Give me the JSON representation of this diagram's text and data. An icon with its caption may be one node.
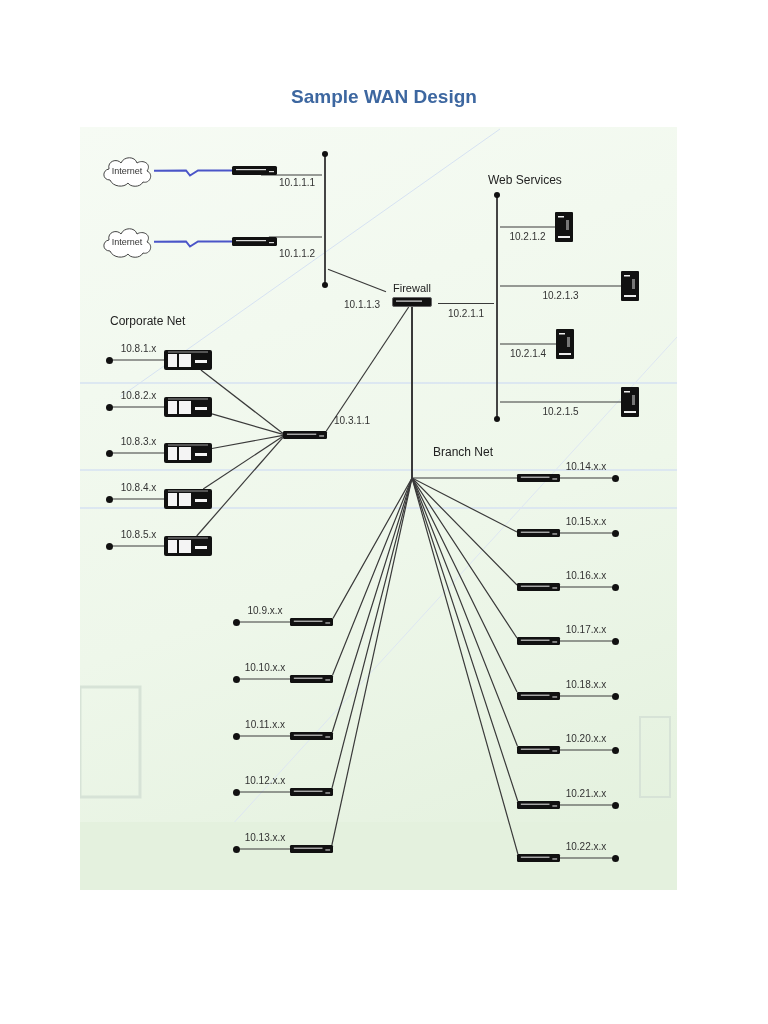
{
  "diagram": {
    "title": "Sample WAN Design",
    "nodes": [
      {
        "text": [
          "Internet"
        ]
      },
      {
        "text": [
          "Internet"
        ]
      },
      {
        "text": [],
        "shape": "box",
        "beside": [
          "10.1.1.1"
        ]
      },
      {
        "text": [],
        "shape": "box",
        "beside": [
          "10.1.1.2"
        ]
      },
      {
        "text": [],
        "shape": "bar"
      },
      {
        "text": [
          "Firewall"
        ],
        "beside": [
          "10.1.1.3"
        ]
      },
      {
        "text": [],
        "shape": "bar"
      },
      {
        "text": [],
        "shape": "box"
      },
      {
        "text": [],
        "shape": "box"
      },
      {
        "text": [],
        "shape": "box"
      },
      {
        "text": [],
        "shape": "box"
      },
      {
        "text": [],
        "shape": "box",
        "beside": [
          "10.3.1.1"
        ]
      },
      {
        "text": [],
        "shape": "box"
      },
      {
        "text": [],
        "shape": "box"
      },
      {
        "text": [],
        "shape": "box"
      },
      {
        "text": [],
        "shape": "box"
      },
      {
        "text": [],
        "shape": "box"
      },
      {
        "text": [],
        "shape": "circle"
      },
      {
        "text": [],
        "shape": "circle"
      },
      {
        "text": [],
        "shape": "circle"
      },
      {
        "text": [],
        "shape": "circle"
      },
      {
        "text": [],
        "shape": "circle"
      },
      {
        "text": [],
        "shape": "box"
      },
      {
        "text": [],
        "shape": "box"
      },
      {
        "text": [],
        "shape": "box"
      },
      {
        "text": [],
        "shape": "box"
      },
      {
        "text": [],
        "shape": "box"
      },
      {
        "text": [],
        "shape": "box"
      },
      {
        "text": [],
        "shape": "box"
      },
      {
        "text": [],
        "shape": "box"
      },
      {
        "text": [],
        "shape": "box"
      },
      {
        "text": [],
        "shape": "box"
      },
      {
        "text": [],
        "shape": "box"
      },
      {
        "text": [],
        "shape": "box"
      },
      {
        "text": [],
        "shape": "box"
      },
      {
        "text": [],
        "shape": "circle"
      },
      {
        "text": [],
        "shape": "circle"
      },
      {
        "text": [],
        "shape": "circle"
      },
      {
        "text": [],
        "shape": "circle"
      },
      {
        "text": [],
        "shape": "circle"
      },
      {
        "text": [],
        "shape": "circle"
      },
      {
        "text": [],
        "shape": "circle"
      },
      {
        "text": [],
        "shape": "circle"
      },
      {
        "text": [],
        "shape": "circle"
      },
      {
        "text": [],
        "shape": "circle"
      },
      {
        "text": [],
        "shape": "circle"
      },
      {
        "text": [],
        "shape": "circle"
      },
      {
        "text": [],
        "shape": "circle"
      }
    ],
    "edges": [
      {
        "from": 2,
        "to": 0,
        "arrow": "none",
        "color": "#4a55c8"
      },
      {
        "from": 3,
        "to": 1,
        "arrow": "none",
        "color": "#4a55c8"
      },
      {
        "from": 2,
        "to": 4,
        "arrow": "none"
      },
      {
        "from": 3,
        "to": 4,
        "arrow": "none"
      },
      {
        "from": 4,
        "to": 5,
        "arrow": "none"
      },
      {
        "from": 5,
        "to": 6,
        "arrow": "none",
        "label": "10.2.1.1"
      },
      {
        "from": 6,
        "to": 7,
        "arrow": "none",
        "label": "10.2.1.2"
      },
      {
        "from": 6,
        "to": 8,
        "arrow": "none",
        "label": "10.2.1.3"
      },
      {
        "from": 6,
        "to": 9,
        "arrow": "none",
        "label": "10.2.1.4"
      },
      {
        "from": 6,
        "to": 10,
        "arrow": "none",
        "label": "10.2.1.5"
      },
      {
        "from": 11,
        "to": 5,
        "arrow": "none"
      },
      {
        "from": 12,
        "to": 11,
        "arrow": "none"
      },
      {
        "from": 13,
        "to": 11,
        "arrow": "none"
      },
      {
        "from": 14,
        "to": 11,
        "arrow": "none"
      },
      {
        "from": 15,
        "to": 11,
        "arrow": "none"
      },
      {
        "from": 16,
        "to": 11,
        "arrow": "none"
      },
      {
        "from": 17,
        "to": 12,
        "arrow": "none",
        "label": "10.8.1.x"
      },
      {
        "from": 18,
        "to": 13,
        "arrow": "none",
        "label": "10.8.2.x"
      },
      {
        "from": 19,
        "to": 14,
        "arrow": "none",
        "label": "10.8.3.x"
      },
      {
        "from": 20,
        "to": 15,
        "arrow": "none",
        "label": "10.8.4.x"
      },
      {
        "from": 21,
        "to": 16,
        "arrow": "none",
        "label": "10.8.5.x"
      },
      {
        "from": 5,
        "to": 22,
        "arrow": "none"
      },
      {
        "from": 5,
        "to": 23,
        "arrow": "none"
      },
      {
        "from": 5,
        "to": 24,
        "arrow": "none"
      },
      {
        "from": 5,
        "to": 25,
        "arrow": "none"
      },
      {
        "from": 5,
        "to": 26,
        "arrow": "none"
      },
      {
        "from": 5,
        "to": 27,
        "arrow": "none"
      },
      {
        "from": 5,
        "to": 28,
        "arrow": "none"
      },
      {
        "from": 5,
        "to": 29,
        "arrow": "none"
      },
      {
        "from": 5,
        "to": 30,
        "arrow": "none"
      },
      {
        "from": 5,
        "to": 31,
        "arrow": "none"
      },
      {
        "from": 5,
        "to": 32,
        "arrow": "none"
      },
      {
        "from": 5,
        "to": 33,
        "arrow": "none"
      },
      {
        "from": 5,
        "to": 34,
        "arrow": "none"
      },
      {
        "from": 35,
        "to": 22,
        "arrow": "none",
        "label": "10.9.x.x"
      },
      {
        "from": 36,
        "to": 23,
        "arrow": "none",
        "label": "10.10.x.x"
      },
      {
        "from": 37,
        "to": 24,
        "arrow": "none",
        "label": "10.11.x.x"
      },
      {
        "from": 38,
        "to": 25,
        "arrow": "none",
        "label": "10.12.x.x"
      },
      {
        "from": 39,
        "to": 26,
        "arrow": "none",
        "label": "10.13.x.x"
      },
      {
        "from": 40,
        "to": 27,
        "arrow": "none",
        "label": "10.14.x.x"
      },
      {
        "from": 41,
        "to": 28,
        "arrow": "none",
        "label": "10.15.x.x"
      },
      {
        "from": 42,
        "to": 29,
        "arrow": "none",
        "label": "10.16.x.x"
      },
      {
        "from": 43,
        "to": 30,
        "arrow": "none",
        "label": "10.17.x.x"
      },
      {
        "from": 44,
        "to": 31,
        "arrow": "none",
        "label": "10.18.x.x"
      },
      {
        "from": 45,
        "to": 32,
        "arrow": "none",
        "label": "10.20.x.x"
      },
      {
        "from": 46,
        "to": 33,
        "arrow": "none",
        "label": "10.21.x.x"
      },
      {
        "from": 47,
        "to": 34,
        "arrow": "none",
        "label": "10.22.x.x"
      }
    ],
    "labels": [
      "Web Services",
      "Corporate Net",
      "Branch Net"
    ]
  }
}
